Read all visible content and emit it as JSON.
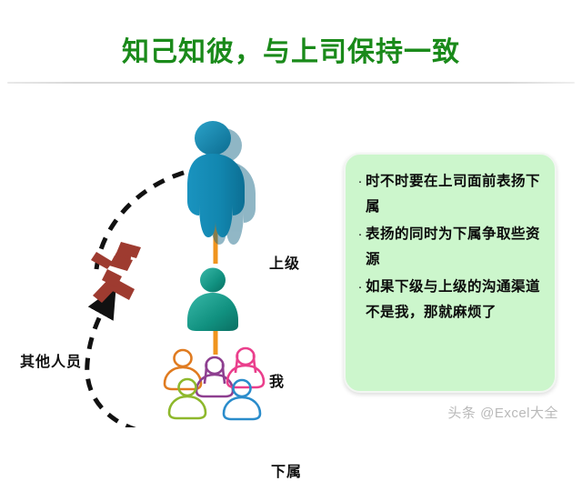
{
  "slide": {
    "title": "知己知彼，与上司保持一致",
    "title_color": "#1a8a1a",
    "background": "#ffffff"
  },
  "diagram": {
    "labels": {
      "superior": "上级",
      "me": "我",
      "subordinate": "下属",
      "others": "其他人员"
    },
    "figures": [
      {
        "name": "superior-figure",
        "label": "上级",
        "color": "#1287b0"
      },
      {
        "name": "me-figure",
        "label": "我",
        "color": "#18917f"
      },
      {
        "name": "runner-figure",
        "label": "其他人员",
        "color": "#9e3b30"
      },
      {
        "name": "subordinate-figure-orange",
        "color": "#e07b20"
      },
      {
        "name": "subordinate-figure-purple",
        "color": "#8e3f90"
      },
      {
        "name": "subordinate-figure-pink",
        "color": "#ea3f8c"
      },
      {
        "name": "subordinate-figure-green",
        "color": "#8eb82c"
      },
      {
        "name": "subordinate-figure-blue",
        "color": "#2a8ccb"
      }
    ],
    "arrows": {
      "solid_color": "#f0941e",
      "dashed_color": "#111111"
    }
  },
  "panel": {
    "background": "#ccf6cc",
    "bullet_marker": "·",
    "bullets": [
      "时不时要在上司面前表扬下属",
      "表扬的同时为下属争取些资源",
      "如果下级与上级的沟通渠道不是我，那就麻烦了"
    ]
  },
  "watermark": {
    "text": "头条 @Excel大全"
  }
}
